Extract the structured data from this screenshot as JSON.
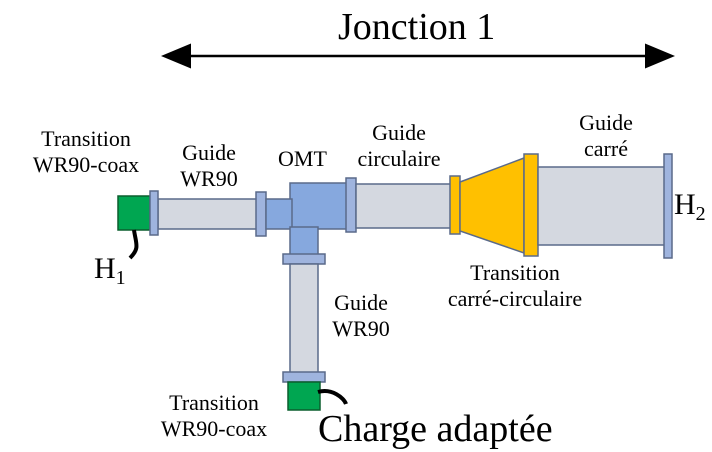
{
  "title": "Jonction 1",
  "labels": {
    "transition_top_line1": "Transition",
    "transition_top_line2": "WR90-coax",
    "guide_wr90_top_line1": "Guide",
    "guide_wr90_top_line2": "WR90",
    "omt": "OMT",
    "guide_circ_line1": "Guide",
    "guide_circ_line2": "circulaire",
    "guide_carre_line1": "Guide",
    "guide_carre_line2": "carré",
    "h1_base": "H",
    "h1_sub": "1",
    "h2_base": "H",
    "h2_sub": "2",
    "transition_cc_line1": "Transition",
    "transition_cc_line2": "carré-circulaire",
    "guide_wr90_bottom_line1": "Guide",
    "guide_wr90_bottom_line2": "WR90",
    "transition_bottom_line1": "Transition",
    "transition_bottom_line2": "WR90-coax",
    "load": "Charge adaptée"
  },
  "colors": {
    "waveguide_grey": "#d4d8e0",
    "flange_blue": "#9fb4de",
    "omt_blue": "#86a8de",
    "transition_yellow": "#ffc000",
    "coax_green": "#00a651",
    "outline": "#5a6a8a"
  }
}
